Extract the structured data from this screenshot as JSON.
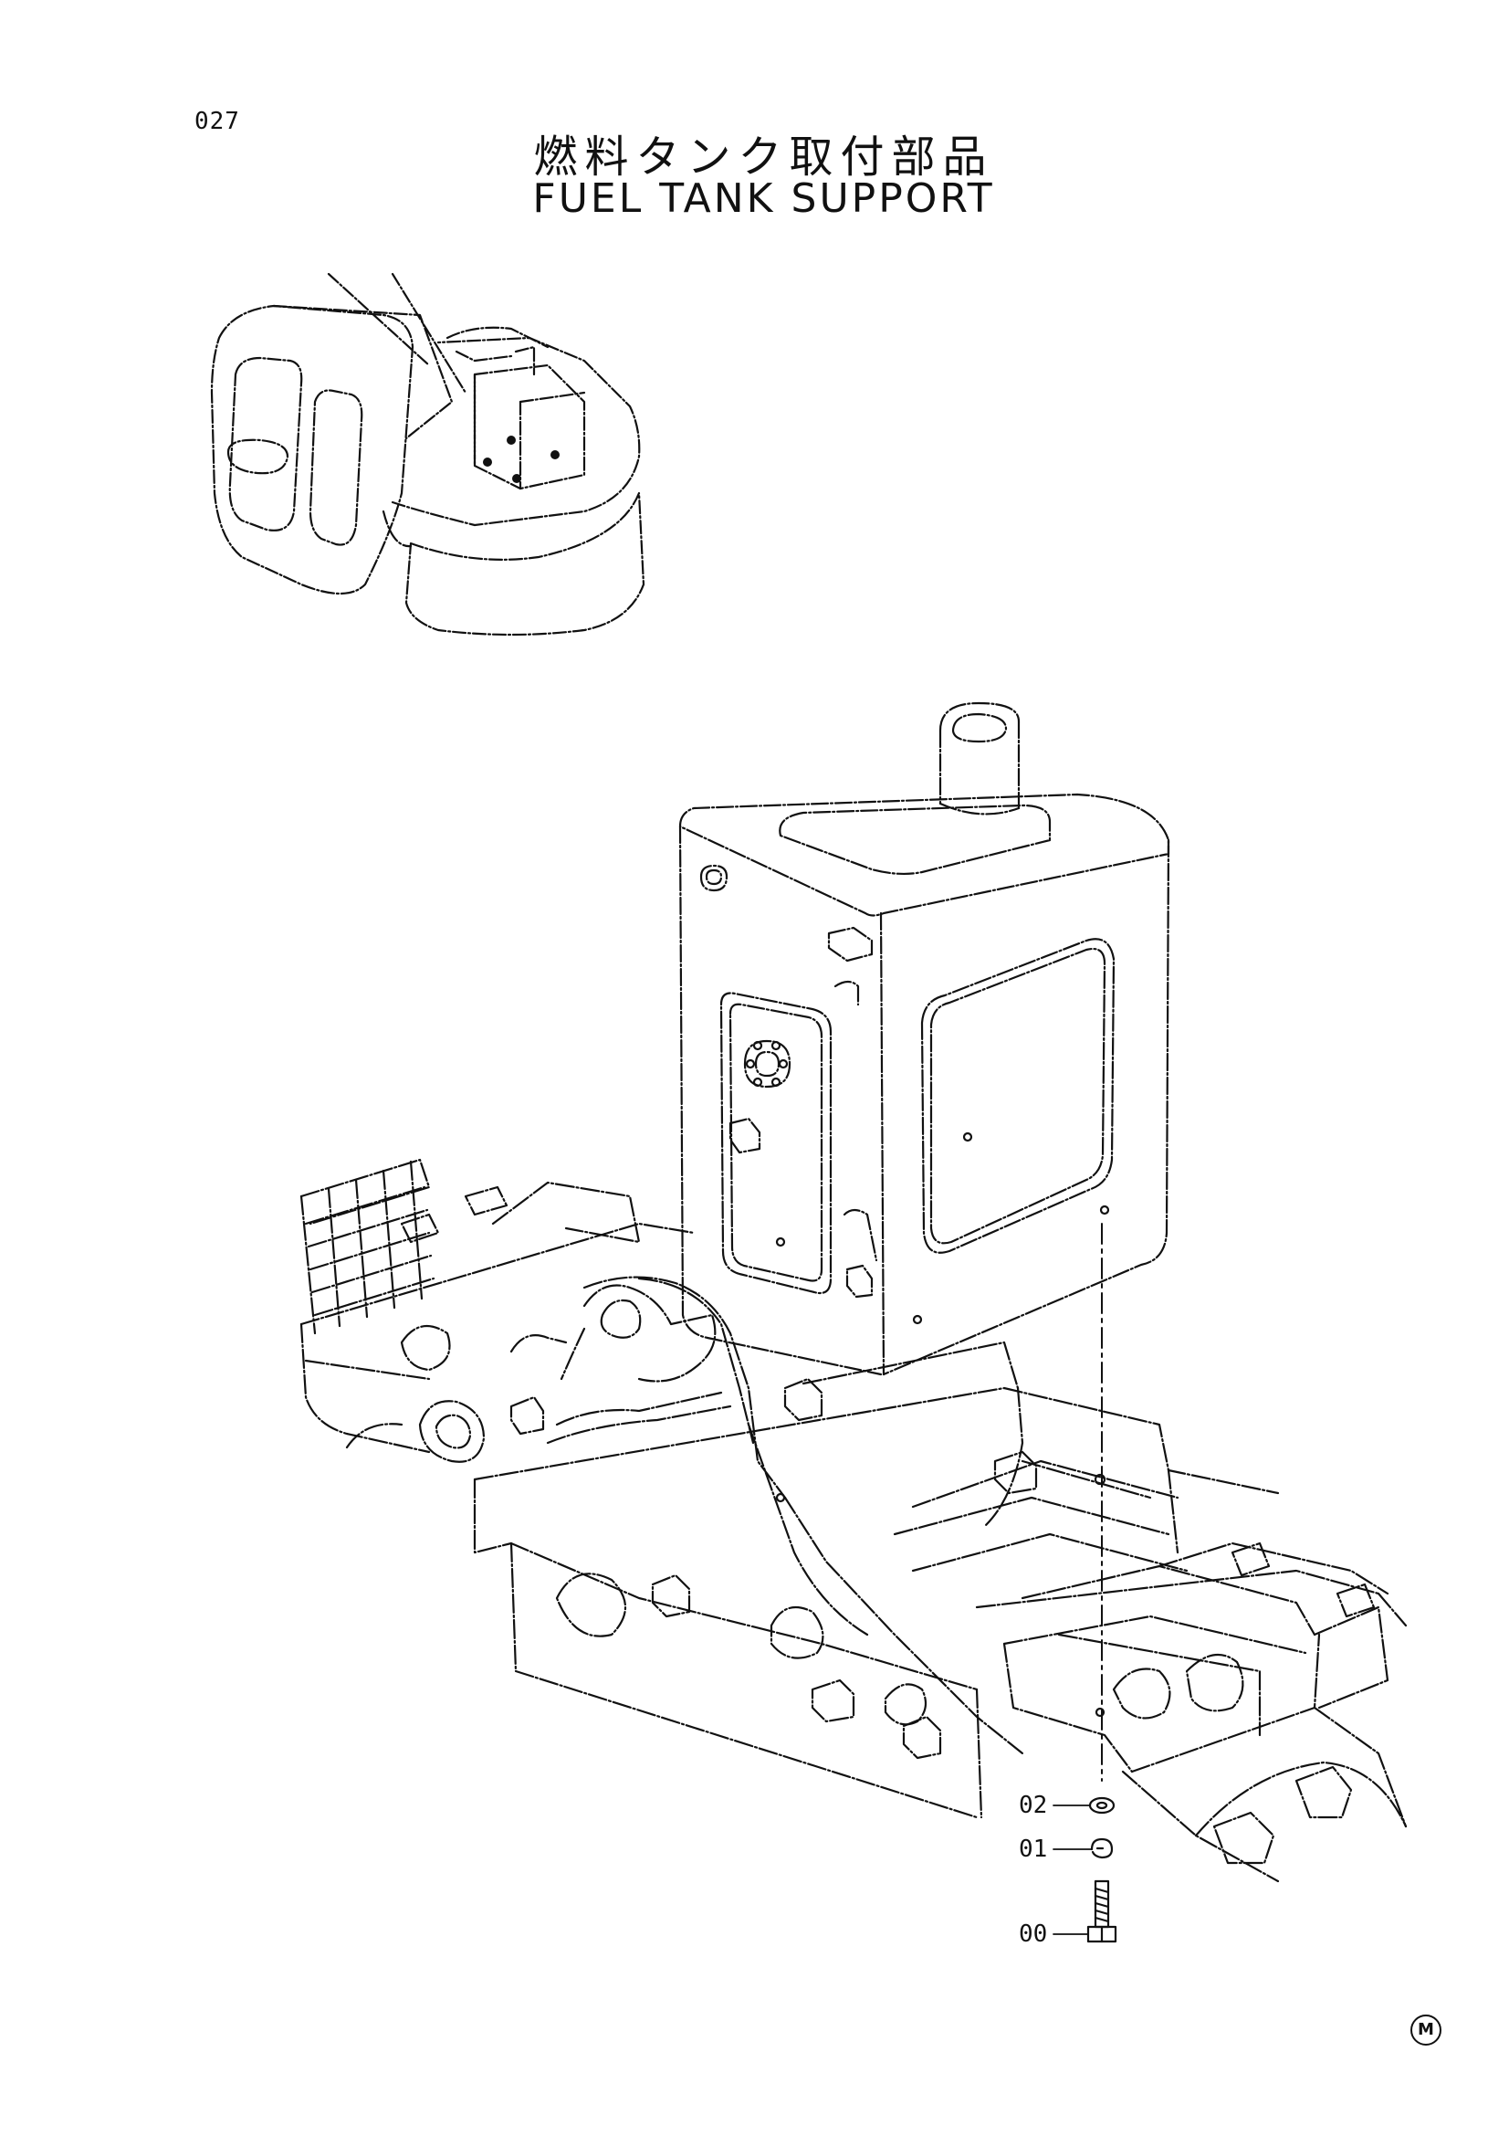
{
  "header": {
    "page_number": "027",
    "title_jp": "燃料タンク取付部品",
    "title_en": "FUEL TANK SUPPORT"
  },
  "callouts": [
    {
      "id": "02"
    },
    {
      "id": "01"
    },
    {
      "id": "00"
    }
  ],
  "footer": {
    "mark": "M"
  }
}
